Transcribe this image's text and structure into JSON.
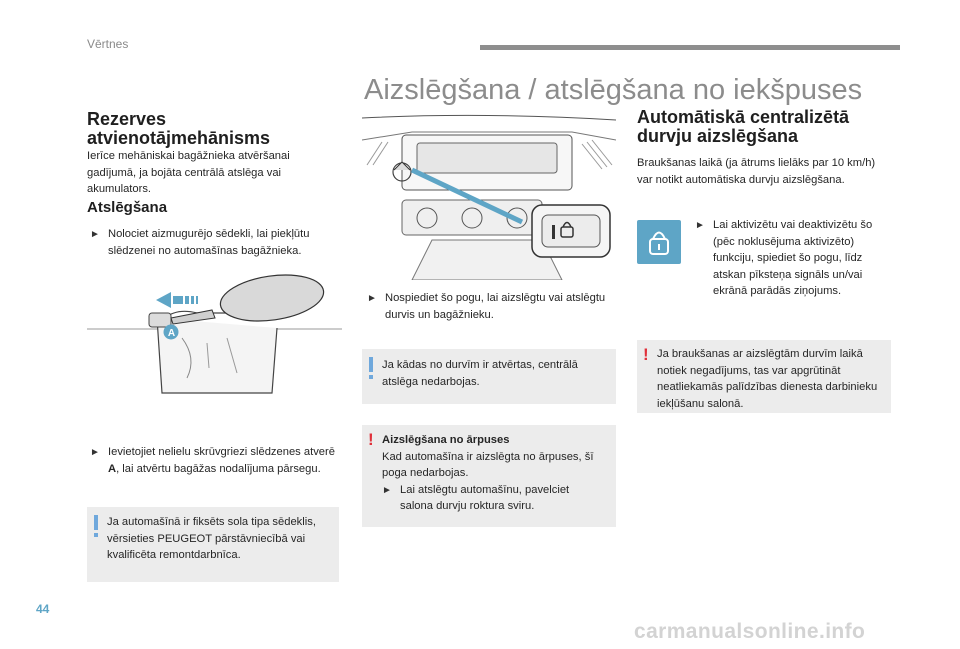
{
  "header": {
    "section": "Vērtnes"
  },
  "page": {
    "number": "44"
  },
  "watermark": "carmanualsonline.info",
  "title": "Aizslēgšana / atslēgšana no iekšpuses",
  "left": {
    "heading_line1": "Rezerves",
    "heading_line2": "atvienotājmehānisms",
    "intro": "Ierīce mehāniskai bagāžnieka atvēršanai gadījumā, ja bojāta centrālā atslēga vai akumulators.",
    "sub_heading": "Atslēgšana",
    "bullet1": "Nolociet aizmugurējo sēdekli, lai piekļūtu slēdzenei no automašīnas bagāžnieka.",
    "marker_letter": "A",
    "bullet2_before": "Ievietojiet nelielu skrūvgriezi slēdzenes atverē ",
    "bullet2_bold": "A",
    "bullet2_after": ", lai atvērtu bagāžas nodalījuma pārsegu.",
    "info": "Ja automašīnā ir fiksēts sola tipa sēdeklis, vērsieties PEUGEOT pārstāvniecībā vai kvalificēta remontdarbnīca."
  },
  "middle": {
    "bullet": "Nospiediet šo pogu, lai aizslēgtu vai atslēgtu durvis un bagāžnieku.",
    "info": "Ja kādas no durvīm ir atvērtas, centrālā atslēga nedarbojas.",
    "warn_title": "Aizslēgšana no ārpuses",
    "warn_text": "Kad automašīna ir aizslēgta no ārpuses, šī poga nedarbojas.",
    "warn_bullet": "Lai atslēgtu automašīnu, pavelciet salona durvju roktura sviru."
  },
  "right": {
    "heading_line1": "Automātiskā centralizētā",
    "heading_line2": "durvju aizslēgšana",
    "intro": "Braukšanas laikā (ja ātrums lielāks par 10 km/h) var notikt automātiska durvju aizslēgšana.",
    "bullet": "Lai aktivizētu vai deaktivizētu šo (pēc noklusējuma aktivizēto) funkciju, spiediet šo pogu, līdz atskan pīksteņa signāls un/vai ekrānā parādās ziņojums.",
    "warn": "Ja braukšanas ar aizslēgtām durvīm laikā notiek negadījums, tas var apgrūtināt neatliekamās palīdzības dienesta darbinieku iekļūšanu salonā."
  },
  "icons": {
    "bullet": "arrow-bullet",
    "lock": "lock-icon",
    "info": "info-icon",
    "warning": "warning-icon"
  },
  "colors": {
    "accent_blue": "#5ea5c6",
    "warning_red": "#e0303a",
    "box_gray": "#ececec"
  }
}
